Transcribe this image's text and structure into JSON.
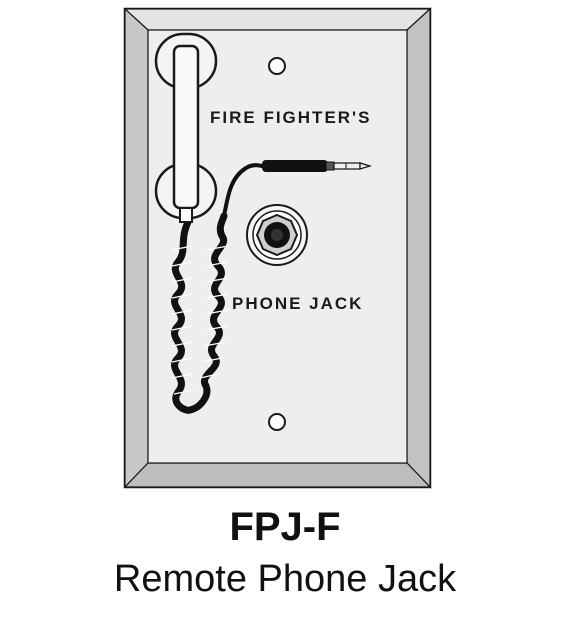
{
  "plate": {
    "upper_label": "FIRE FIGHTER'S",
    "lower_label": "PHONE JACK"
  },
  "caption": {
    "model": "FPJ-F",
    "description": "Remote Phone Jack"
  },
  "colors": {
    "plate_face": "#eeeeee",
    "plate_bevel": "#cccccc",
    "outline": "#1a1a1a",
    "cord": "#111111",
    "text": "#111111"
  },
  "icons": {
    "handset": "telephone-handset-icon",
    "plug": "phone-plug-icon",
    "jack": "phone-jack-socket-icon",
    "screws": "mounting-screw-hole-icon"
  }
}
